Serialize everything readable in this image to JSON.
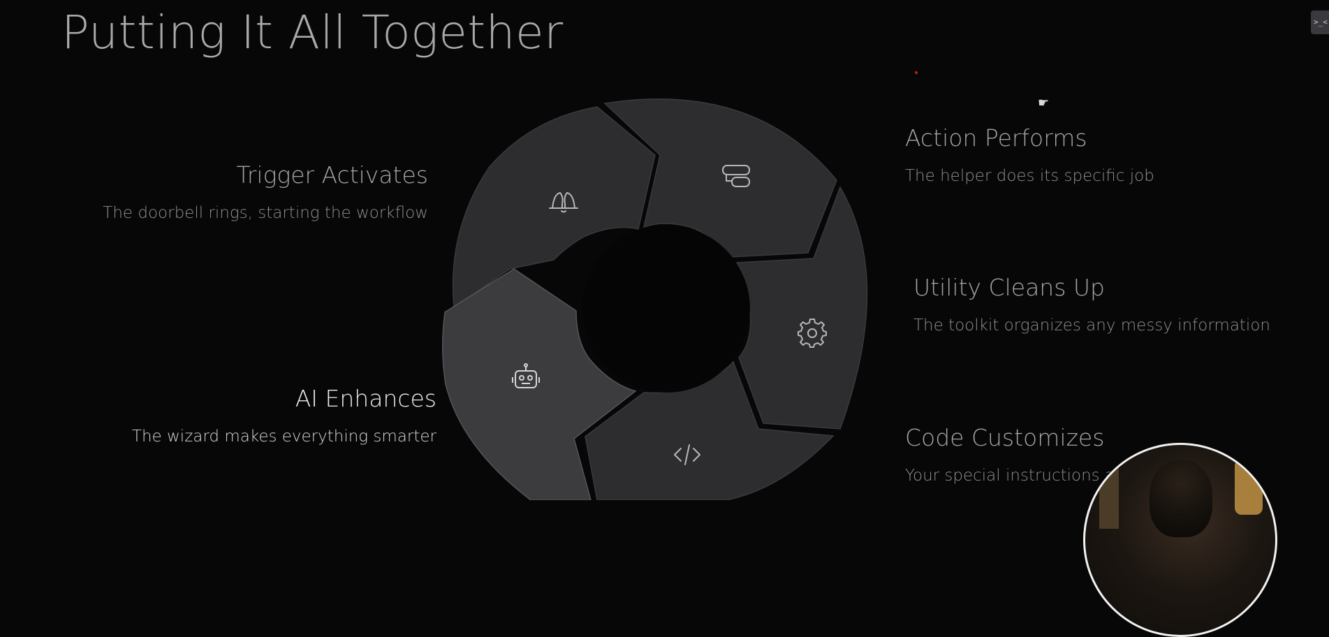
{
  "title": "Putting It All Together",
  "steps": {
    "trigger": {
      "heading": "Trigger Activates",
      "description": "The doorbell rings, starting the workflow",
      "icon": "bell-icon"
    },
    "ai": {
      "heading": "AI Enhances",
      "description": "The wizard makes everything smarter",
      "icon": "robot-icon"
    },
    "action": {
      "heading": "Action Performs",
      "description": "The helper does its specific job",
      "icon": "layers-icon"
    },
    "utility": {
      "heading": "Utility Cleans Up",
      "description": "The toolkit organizes any messy information",
      "icon": "gear-icon"
    },
    "code": {
      "heading": "Code Customizes",
      "description": "Your special instructions a",
      "icon": "code-icon"
    }
  },
  "corner_button": {
    "label": ">_<",
    "icon": "terminal-icon"
  },
  "colors": {
    "background": "#070708",
    "segment": "#2d2d30",
    "segment_active": "#3c3c3f",
    "pointer_dot": "#d01818"
  }
}
